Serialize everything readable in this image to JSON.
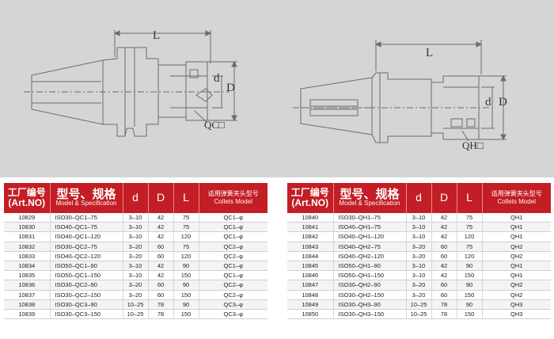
{
  "drawings": {
    "left": {
      "dim_L": "L",
      "dim_d": "d",
      "dim_D": "D",
      "callout": "QC□"
    },
    "right": {
      "dim_L": "L",
      "dim_d": "d",
      "dim_D": "D",
      "callout": "QH□"
    }
  },
  "colors": {
    "header_red": "#c31e25",
    "drawing_bg": "#d4d5d7"
  },
  "left_table": {
    "headers": {
      "art_cn": "工厂编号",
      "art_en": "(Art.NO)",
      "model_cn": "型号、规格",
      "model_en": "Model & Specification",
      "d": "d",
      "D": "D",
      "L": "L",
      "collet_cn": "适用弹簧夹头型号",
      "collet_en": "Collets Model"
    },
    "rows": [
      [
        "10829",
        "ISO30–QC1–75",
        "3–10",
        "42",
        "75",
        "QC1–φ"
      ],
      [
        "10830",
        "ISO40–QC1–75",
        "3–10",
        "42",
        "75",
        "QC1–φ"
      ],
      [
        "10831",
        "ISO40–QC1–120",
        "3–10",
        "42",
        "120",
        "QC1–φ"
      ],
      [
        "10832",
        "ISO30–QC2–75",
        "3–20",
        "60",
        "75",
        "QC2–φ"
      ],
      [
        "10833",
        "ISO40–QC2–120",
        "3–20",
        "60",
        "120",
        "QC2–φ"
      ],
      [
        "10834",
        "ISO50–QC1–90",
        "3–10",
        "42",
        "90",
        "QC1–φ"
      ],
      [
        "10835",
        "ISO50–QC1–150",
        "3–10",
        "42",
        "150",
        "QC1–φ"
      ],
      [
        "10836",
        "ISO30–QC2–90",
        "3–20",
        "60",
        "90",
        "QC2–φ"
      ],
      [
        "10837",
        "ISO30–QC2–150",
        "3–20",
        "60",
        "150",
        "QC2–φ"
      ],
      [
        "10838",
        "ISO30–QC3–90",
        "10–25",
        "78",
        "90",
        "QC3–φ"
      ],
      [
        "10839",
        "ISO30–QC3–150",
        "10–25",
        "78",
        "150",
        "QC3–φ"
      ]
    ]
  },
  "right_table": {
    "headers": {
      "art_cn": "工厂编号",
      "art_en": "(Art.NO)",
      "model_cn": "型号、规格",
      "model_en": "Model & Specification",
      "d": "d",
      "D": "D",
      "L": "L",
      "collet_cn": "适用弹簧夹头型号",
      "collet_en": "Collets Model"
    },
    "rows": [
      [
        "10840",
        "ISO30–QH1–75",
        "3–10",
        "42",
        "75",
        "QH1"
      ],
      [
        "10841",
        "ISO40–QH1–75",
        "3–10",
        "42",
        "75",
        "QH1"
      ],
      [
        "10842",
        "ISO40–QH1–120",
        "3–10",
        "42",
        "120",
        "QH1"
      ],
      [
        "10843",
        "ISO40–QH2–75",
        "3–20",
        "60",
        "75",
        "QH2"
      ],
      [
        "10844",
        "ISO40–QH2–120",
        "3–20",
        "60",
        "120",
        "QH2"
      ],
      [
        "10845",
        "ISO50–QH1–90",
        "3–10",
        "42",
        "90",
        "QH1"
      ],
      [
        "10846",
        "ISO50–QH1–150",
        "3–10",
        "42",
        "150",
        "QH1"
      ],
      [
        "10847",
        "ISO30–QH2–90",
        "3–20",
        "60",
        "90",
        "QH2"
      ],
      [
        "10848",
        "ISO30–QH2–150",
        "3–20",
        "60",
        "150",
        "QH2"
      ],
      [
        "10849",
        "ISO30–QH3–90",
        "10–25",
        "78",
        "90",
        "QH3"
      ],
      [
        "10850",
        "ISO30–QH3–150",
        "10–25",
        "78",
        "150",
        "QH3"
      ]
    ]
  }
}
